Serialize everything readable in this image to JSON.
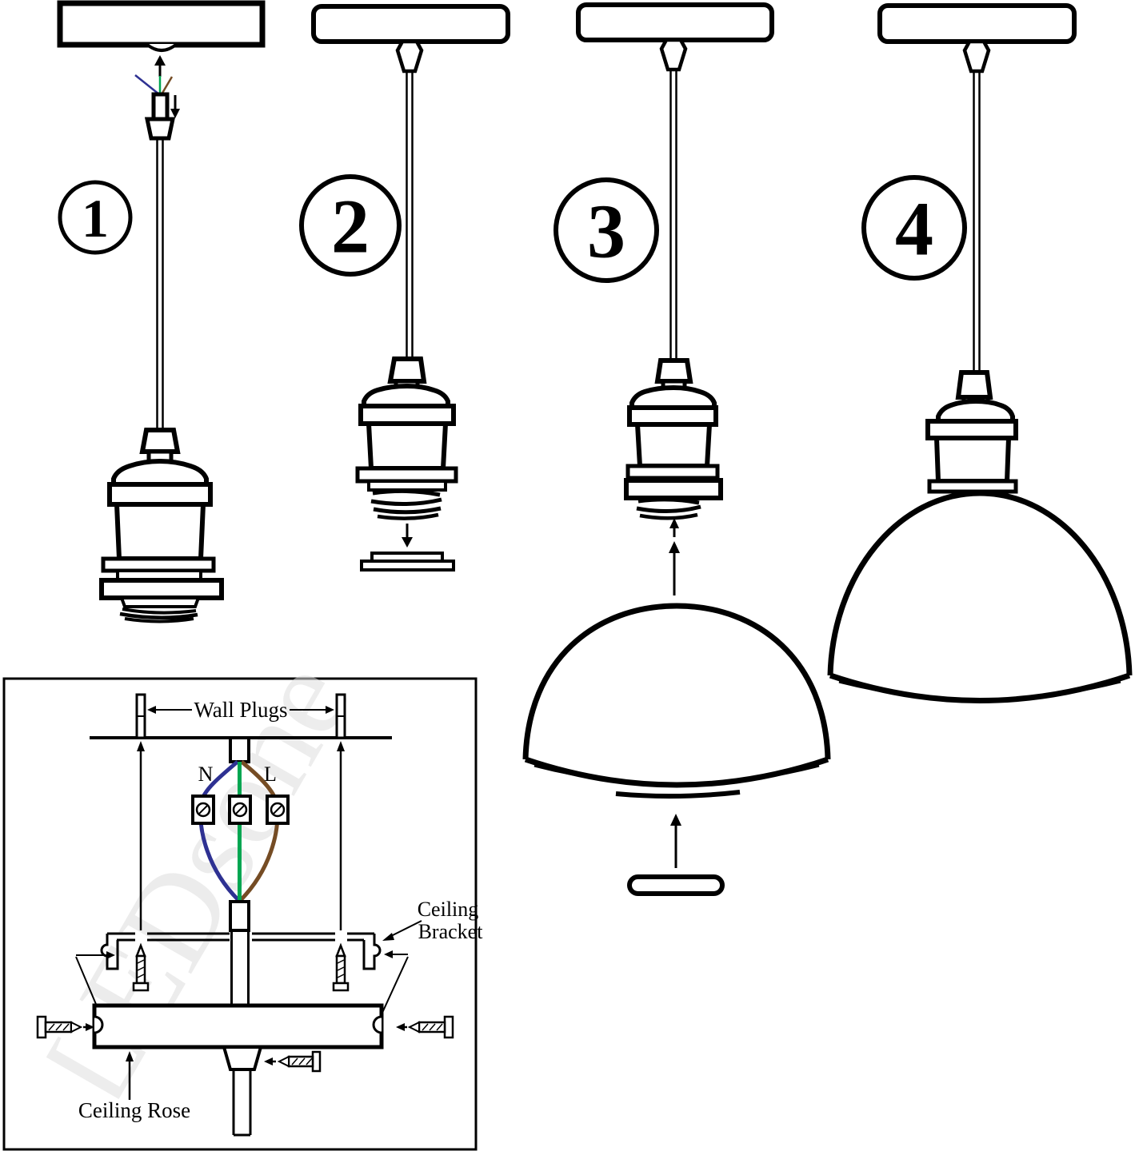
{
  "figure": {
    "title": "Pendant lamp installation steps diagram",
    "background": "#ffffff"
  },
  "steps": [
    {
      "label": "1"
    },
    {
      "label": "2"
    },
    {
      "label": "3"
    },
    {
      "label": "4"
    }
  ],
  "inset": {
    "wall_plugs_label": "Wall Plugs",
    "neutral_label": "N",
    "live_label": "L",
    "ceiling_bracket_label_line1": "Ceiling",
    "ceiling_bracket_label_line2": "Bracket",
    "ceiling_rose_label": "Ceiling Rose",
    "watermark": "LEDsone"
  },
  "colors": {
    "line": "#000000",
    "neutral_wire": "#2e3192",
    "earth_wire": "#00a651",
    "live_wire": "#754c24",
    "watermark": "#dedede"
  }
}
